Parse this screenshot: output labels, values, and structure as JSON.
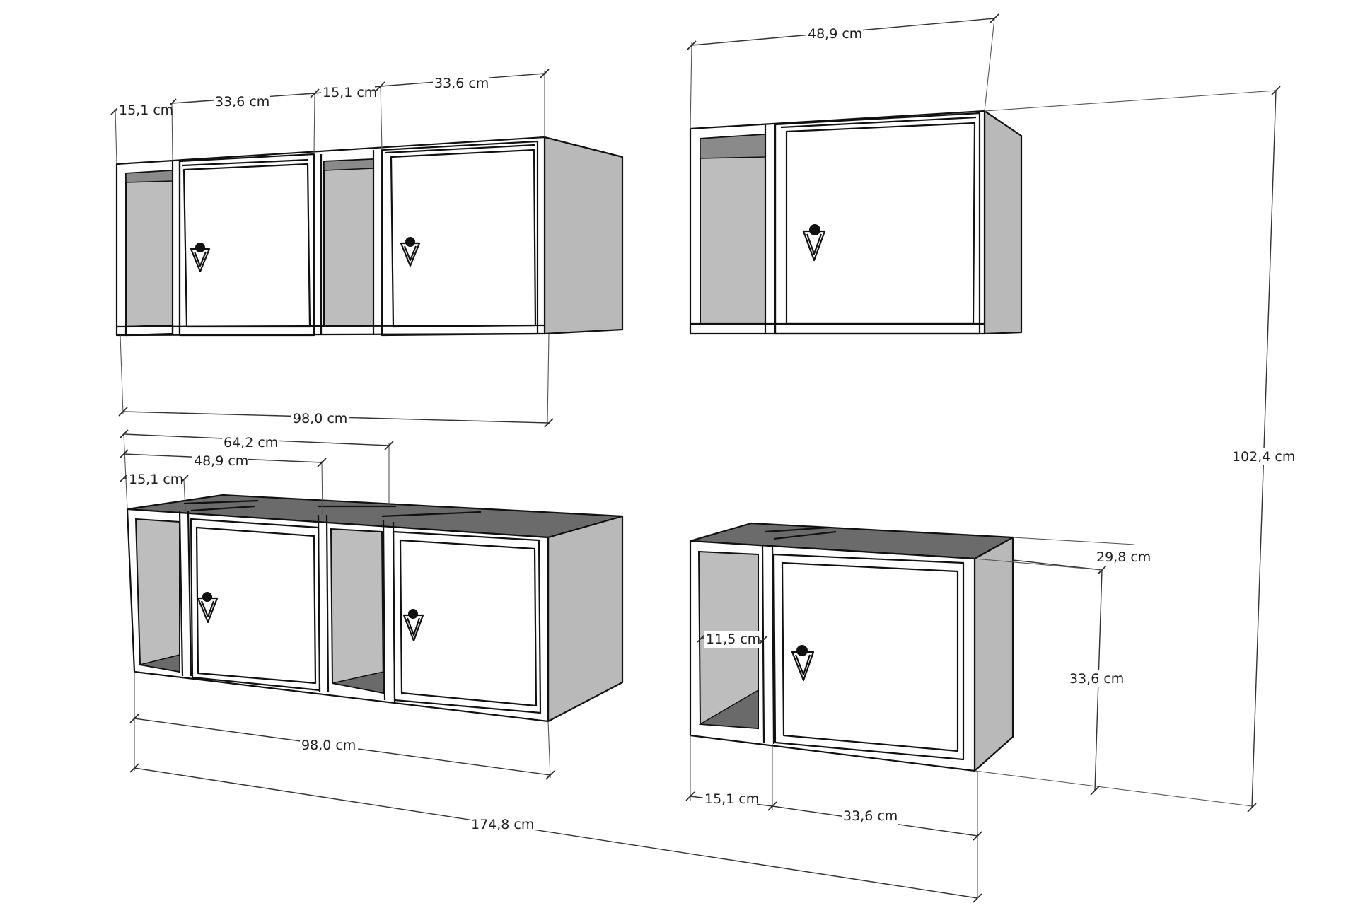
{
  "dimensions": {
    "top_left_niche_width": "15,1 cm",
    "top_left_door_width": "33,6 cm",
    "top_left_niche2_width": "15,1 cm",
    "top_left_door2_width": "33,6 cm",
    "top_left_total_width": "98,0 cm",
    "top_right_width": "48,9 cm",
    "overall_height": "102,4 cm",
    "bottom_left_width_64": "64,2 cm",
    "bottom_left_width_48": "48,9 cm",
    "bottom_left_niche_width": "15,1 cm",
    "bottom_left_total_width": "98,0 cm",
    "overall_width": "174,8 cm",
    "bottom_right_depth": "29,8 cm",
    "bottom_right_shelf_height": "11,5 cm",
    "bottom_right_height": "33,6 cm",
    "bottom_right_niche_width": "15,1 cm",
    "bottom_right_door_width": "33,6 cm"
  },
  "icons": {
    "handle": "triangular-ring-pull-handle-icon"
  },
  "colors": {
    "line": "#111111",
    "side_panel": "#b9b9b9",
    "top_panel": "#6b6b6b",
    "background": "#ffffff"
  }
}
